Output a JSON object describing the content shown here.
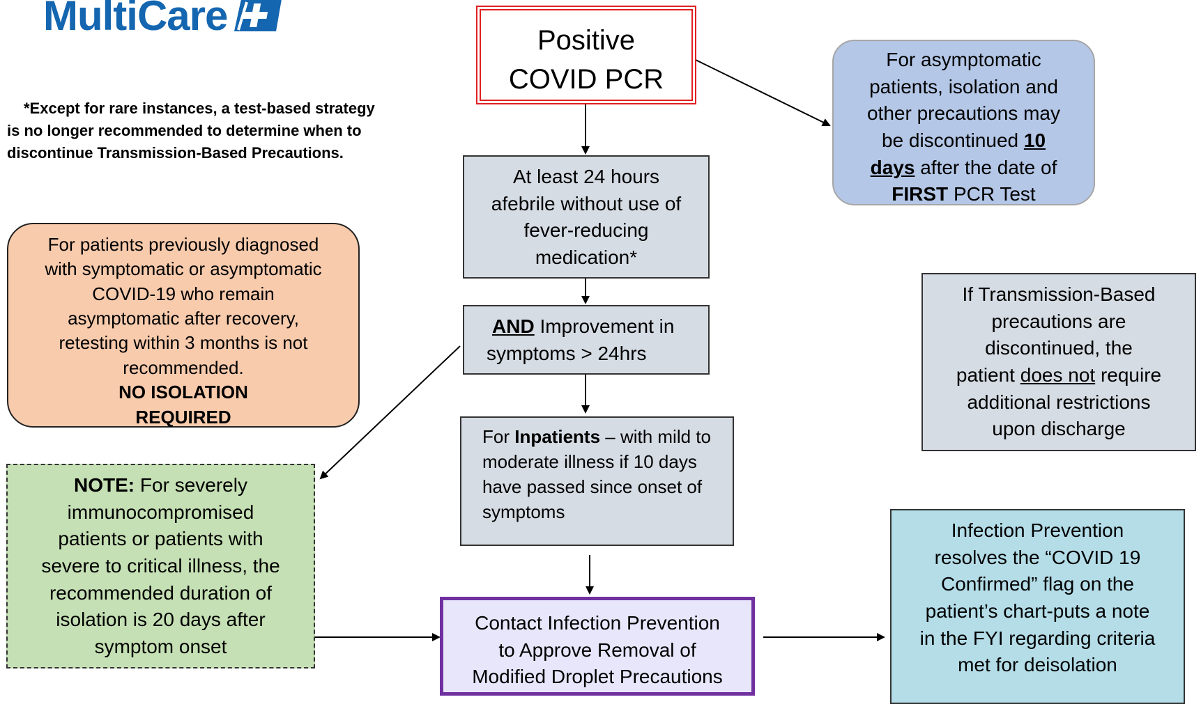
{
  "logo": {
    "text": "MultiCare"
  },
  "test_strategy_note": {
    "line1": "*Except for rare instances, a test-based strategy",
    "line2": "is no longer recommended to determine when to",
    "line3": "discontinue Transmission-Based Precautions."
  },
  "positive_box": {
    "line1": "Positive",
    "line2": "COVID PCR"
  },
  "asymptomatic_box": {
    "line1": "For asymptomatic",
    "line2": "patients, isolation and",
    "line3": "other precautions may",
    "line4_a": "be discontinued ",
    "line4_b": "10",
    "line5_a": "days",
    "line5_b": " after the date of",
    "line6_a": "FIRST",
    "line6_b": " PCR Test"
  },
  "afebrile_box": {
    "line1": "At least 24 hours",
    "line2": "afebrile without use of",
    "line3": "fever-reducing",
    "line4": "medication*"
  },
  "improvement_box": {
    "line1_a": "AND",
    "line1_b": " Improvement in",
    "line2": "symptoms > 24hrs"
  },
  "previous_dx_box": {
    "line1": "For patients previously diagnosed",
    "line2": "with symptomatic or asymptomatic",
    "line3": "COVID-19 who remain",
    "line4": "asymptomatic after recovery,",
    "line5": "retesting within 3 months is not",
    "line6": "recommended.",
    "line7": "NO ISOLATION",
    "line8": "REQUIRED"
  },
  "discontinued_box": {
    "line1": "If Transmission-Based",
    "line2": "precautions are",
    "line3": "discontinued, the",
    "line4_a": "patient ",
    "line4_b": "does not",
    "line4_c": " require",
    "line5": "additional restrictions",
    "line6": "upon discharge"
  },
  "inpatients_box": {
    "line1_a": "For ",
    "line1_b": "Inpatients",
    "line1_c": " – with mild to",
    "line2": "moderate illness if 10 days",
    "line3": "have passed since onset of",
    "line4": "symptoms"
  },
  "immuno_box": {
    "line1_a": "NOTE:",
    "line1_b": " For severely",
    "line2": "immunocompromised",
    "line3": "patients or patients with",
    "line4": "severe to critical illness, the",
    "line5": "recommended duration of",
    "line6": "isolation is 20 days after",
    "line7": "symptom onset"
  },
  "contact_box": {
    "line1": "Contact Infection Prevention",
    "line2": "to Approve Removal of",
    "line3": "Modified Droplet Precautions"
  },
  "resolve_box": {
    "line1": "Infection Prevention",
    "line2": "resolves the “COVID 19",
    "line3": "Confirmed” flag on the",
    "line4": "patient’s chart-puts a note",
    "line5": "in the FYI regarding criteria",
    "line6": "met for deisolation"
  },
  "colors": {
    "brand_blue": "#1566b0",
    "positive_border": "#e02020",
    "asymptomatic_fill": "#b4c7e7",
    "gray_fill": "#d6dce4",
    "orange_fill": "#f8cbad",
    "green_fill": "#c5e0b4",
    "lavender_fill": "#e8e6fb",
    "purple_border": "#7030a0",
    "teal_fill": "#b4dde8"
  }
}
